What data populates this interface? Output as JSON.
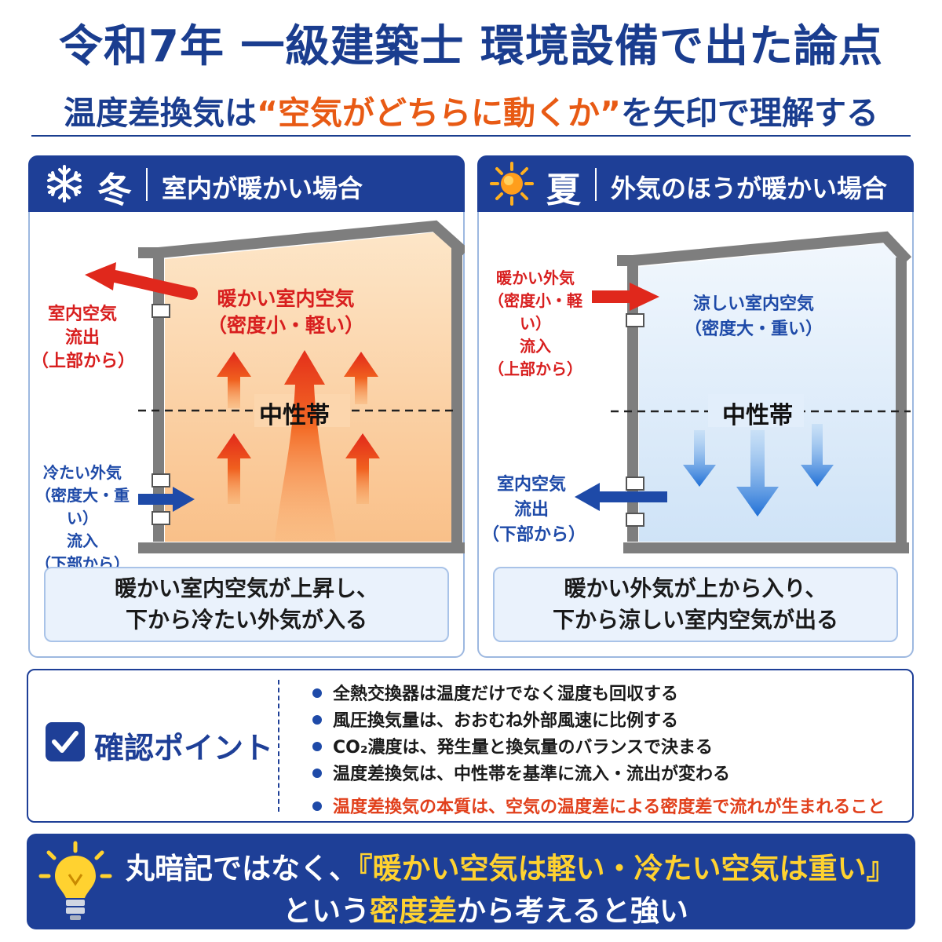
{
  "title": "令和7年 一級建築士 環境設備で出た論点",
  "subtitle": {
    "before": "温度差換気は",
    "highlight": "“空気がどちらに動くか”",
    "after": "を矢印で理解する"
  },
  "winter": {
    "icon": "snowflake-icon",
    "season": "冬",
    "condition": "室内が暖かい場合",
    "inside_label": [
      "暖かい室内空気",
      "（密度小・軽い）"
    ],
    "outflow_label": [
      "室内空気",
      "流出",
      "（上部から）"
    ],
    "inflow_label": [
      "冷たい外気",
      "（密度大・重い）",
      "流入",
      "（下部から）"
    ],
    "neutral": "中性帯",
    "caption": [
      "暖かい室内空気が上昇し、",
      "下から冷たい外気が入る"
    ]
  },
  "summer": {
    "icon": "sun-icon",
    "season": "夏",
    "condition": "外気のほうが暖かい場合",
    "inside_label": [
      "涼しい室内空気",
      "（密度大・重い）"
    ],
    "inflow_label": [
      "暖かい外気",
      "（密度小・軽い）",
      "流入",
      "（上部から）"
    ],
    "outflow_label": [
      "室内空気",
      "流出",
      "（下部から）"
    ],
    "neutral": "中性帯",
    "caption": [
      "暖かい外気が上から入り、",
      "下から涼しい室内空気が出る"
    ]
  },
  "checkpoints": {
    "icon": "checkbox-icon",
    "title": "確認ポイント",
    "items": [
      "全熱交換器は温度だけでなく湿度も回収する",
      "風圧換気量は、おおむね外部風速に比例する",
      "CO₂濃度は、発生量と換気量のバランスで決まる",
      "温度差換気は、中性帯を基準に流入・流出が変わる",
      "温度差換気の本質は、空気の温度差による密度差で流れが生まれること"
    ]
  },
  "bottom": {
    "icon": "lightbulb-icon",
    "line1_before": "丸暗記ではなく、",
    "line1_highlight": "『暖かい空気は軽い・冷たい空気は重い』",
    "line2_before": "という",
    "line2_highlight": "密度差",
    "line2_after": "から考えると強い"
  },
  "colors": {
    "navy": "#1e3f97",
    "warm_red": "#d81e1e",
    "cool_blue": "#1e4aa8",
    "highlight_orange": "#e85a14",
    "highlight_yellow": "#ffd230"
  }
}
